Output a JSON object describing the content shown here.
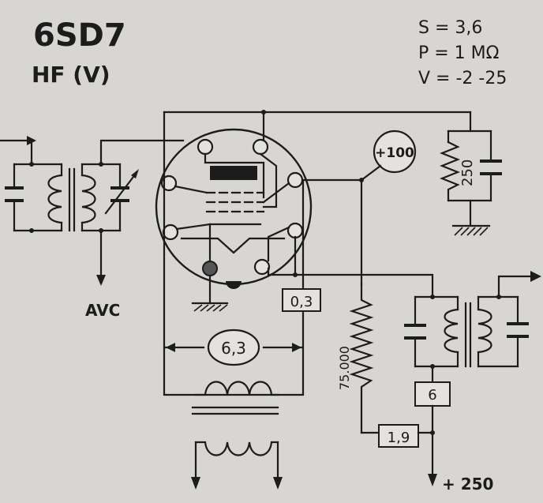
{
  "title": "6SD7",
  "subtitle": "HF (V)",
  "specs": [
    "S = 3,6",
    "P = 1 MΩ",
    "V = -2 -25"
  ],
  "labels": {
    "plus100": "+100",
    "r250": "250",
    "avc": "AVC",
    "r03": "0,3",
    "v63": "6,3",
    "r75000": "75.000",
    "r6": "6",
    "r19": "1,9",
    "plus250": "+ 250"
  },
  "colors": {
    "ink": "#1c1c1c",
    "paper": "#d8d6d2"
  }
}
